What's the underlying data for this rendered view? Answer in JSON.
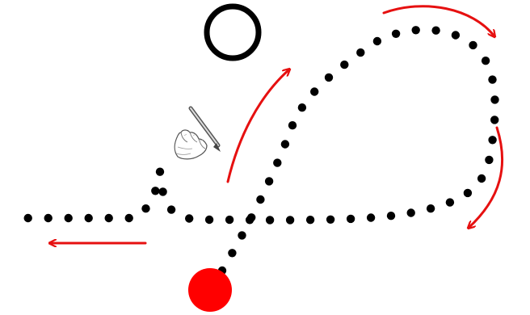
{
  "diagram": {
    "type": "dotted-path-tracing-exercise",
    "path_style": "dotted",
    "colors": {
      "background": "#ffffff",
      "dots": "#000000",
      "arrows": "#e61010",
      "start_dot": "#ff0000",
      "end_circle": "#000000"
    },
    "markers": {
      "start": {
        "shape": "filled-circle"
      },
      "end": {
        "shape": "hollow-circle"
      }
    },
    "direction_arrows": 4,
    "icons": [
      "hand-holding-pencil-icon"
    ]
  }
}
